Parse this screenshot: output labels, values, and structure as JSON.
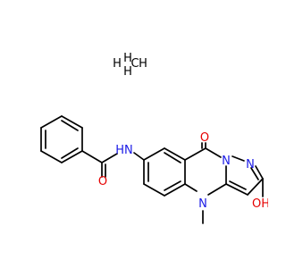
{
  "molecule": {
    "atoms": {
      "nitrogen": "N",
      "oxygen": "O",
      "hydrogen": "H",
      "carbon": "C"
    },
    "labels": {
      "amide_nh": "HN",
      "acid_oh": "OH",
      "methane_h_left": "H",
      "methane_c": "C",
      "methane_h_top": "H",
      "methane_h_right": "H",
      "methane_h_bottom": "H"
    },
    "colors": {
      "nitrogen": "#1a1ae6",
      "oxygen": "#e60000",
      "carbon": "#000000",
      "bond": "#000000"
    }
  }
}
